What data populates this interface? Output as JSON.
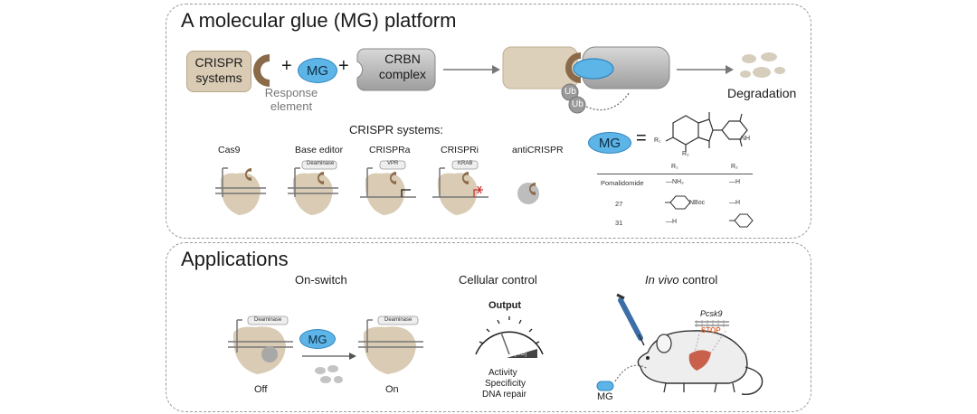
{
  "top_panel": {
    "title": "A molecular glue (MG) platform",
    "crispr_box": [
      "CRISPR",
      "systems"
    ],
    "plus1": "+",
    "mg_label": "MG",
    "plus2": "+",
    "crbn_box": [
      "CRBN",
      "complex"
    ],
    "response_element": [
      "Response",
      "element"
    ],
    "ub_label": "Ub",
    "degradation_label": "Degradation",
    "crispr_systems_heading": "CRISPR systems:",
    "systems": [
      "Cas9",
      "Base editor",
      "CRISPRa",
      "CRISPRi",
      "antiCRISPR"
    ],
    "system_tags": {
      "base_editor": "Deaminase",
      "crispra": "VPR",
      "crispri": "KRAB"
    },
    "mg_equals": "=",
    "table": {
      "col_r1": "R₁",
      "col_r2": "R₂",
      "rows": [
        {
          "name": "Pomalidomide",
          "r1": "—NH₂",
          "r2": "—H"
        },
        {
          "name": "27",
          "r1": "NBoc",
          "r2": "—H"
        },
        {
          "name": "31",
          "r1": "—H",
          "r2": ""
        }
      ]
    },
    "chem_labels": {
      "r1": "R₁",
      "r2": "R₂",
      "nh": "NH"
    }
  },
  "bottom_panel": {
    "title": "Applications",
    "on_switch": {
      "title": "On-switch",
      "tag": "Deaminase",
      "mg": "MG",
      "off": "Off",
      "on": "On"
    },
    "cellular": {
      "title": "Cellular control",
      "gauge_title": "Output",
      "gauge_tag": "[MG]",
      "items": [
        "Activity",
        "Specificity",
        "DNA repair"
      ]
    },
    "in_vivo": {
      "title_italic": "In vivo",
      "title_rest": " control",
      "gene": "Pcsk9",
      "stop": "STOP",
      "mg": "MG"
    }
  },
  "colors": {
    "beige": "#d9cbb4",
    "brown": "#8a6a48",
    "blue": "#5db4e6",
    "grey": "#b9b9b9",
    "stop": "#e06b3a"
  }
}
